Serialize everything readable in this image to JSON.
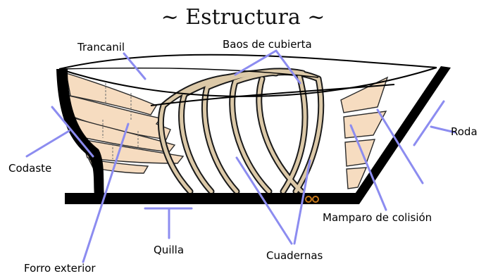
{
  "title": "~ Estructura ~",
  "labels": {
    "trancanil": "Trancanil",
    "baos": "Baos de cubierta",
    "codaste": "Codaste",
    "roda": "Roda",
    "mamparo": "Mamparo de colisión",
    "forro": "Forro exterior",
    "quilla": "Quilla",
    "cuadernas": "Cuadernas"
  },
  "colors": {
    "pointer": "#8c8cf0",
    "planking": "#f6dcc0",
    "frame_wood": "#dcc9a8",
    "structure": "#000000"
  }
}
